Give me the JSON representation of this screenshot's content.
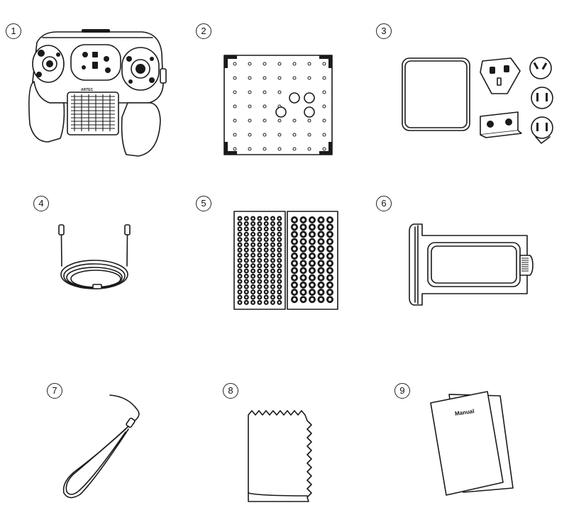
{
  "items": [
    {
      "number": "1",
      "name": "scanner-device",
      "brand": "ARTEC"
    },
    {
      "number": "2",
      "name": "calibration-board"
    },
    {
      "number": "3",
      "name": "power-adapter-with-plugs"
    },
    {
      "number": "4",
      "name": "usb-c-cable"
    },
    {
      "number": "5",
      "name": "marker-sticker-sheets"
    },
    {
      "number": "6",
      "name": "scanner-bracket"
    },
    {
      "number": "7",
      "name": "wrist-strap"
    },
    {
      "number": "8",
      "name": "cleaning-cloth"
    },
    {
      "number": "9",
      "name": "manual-documents",
      "manual_label": "Manual"
    }
  ]
}
